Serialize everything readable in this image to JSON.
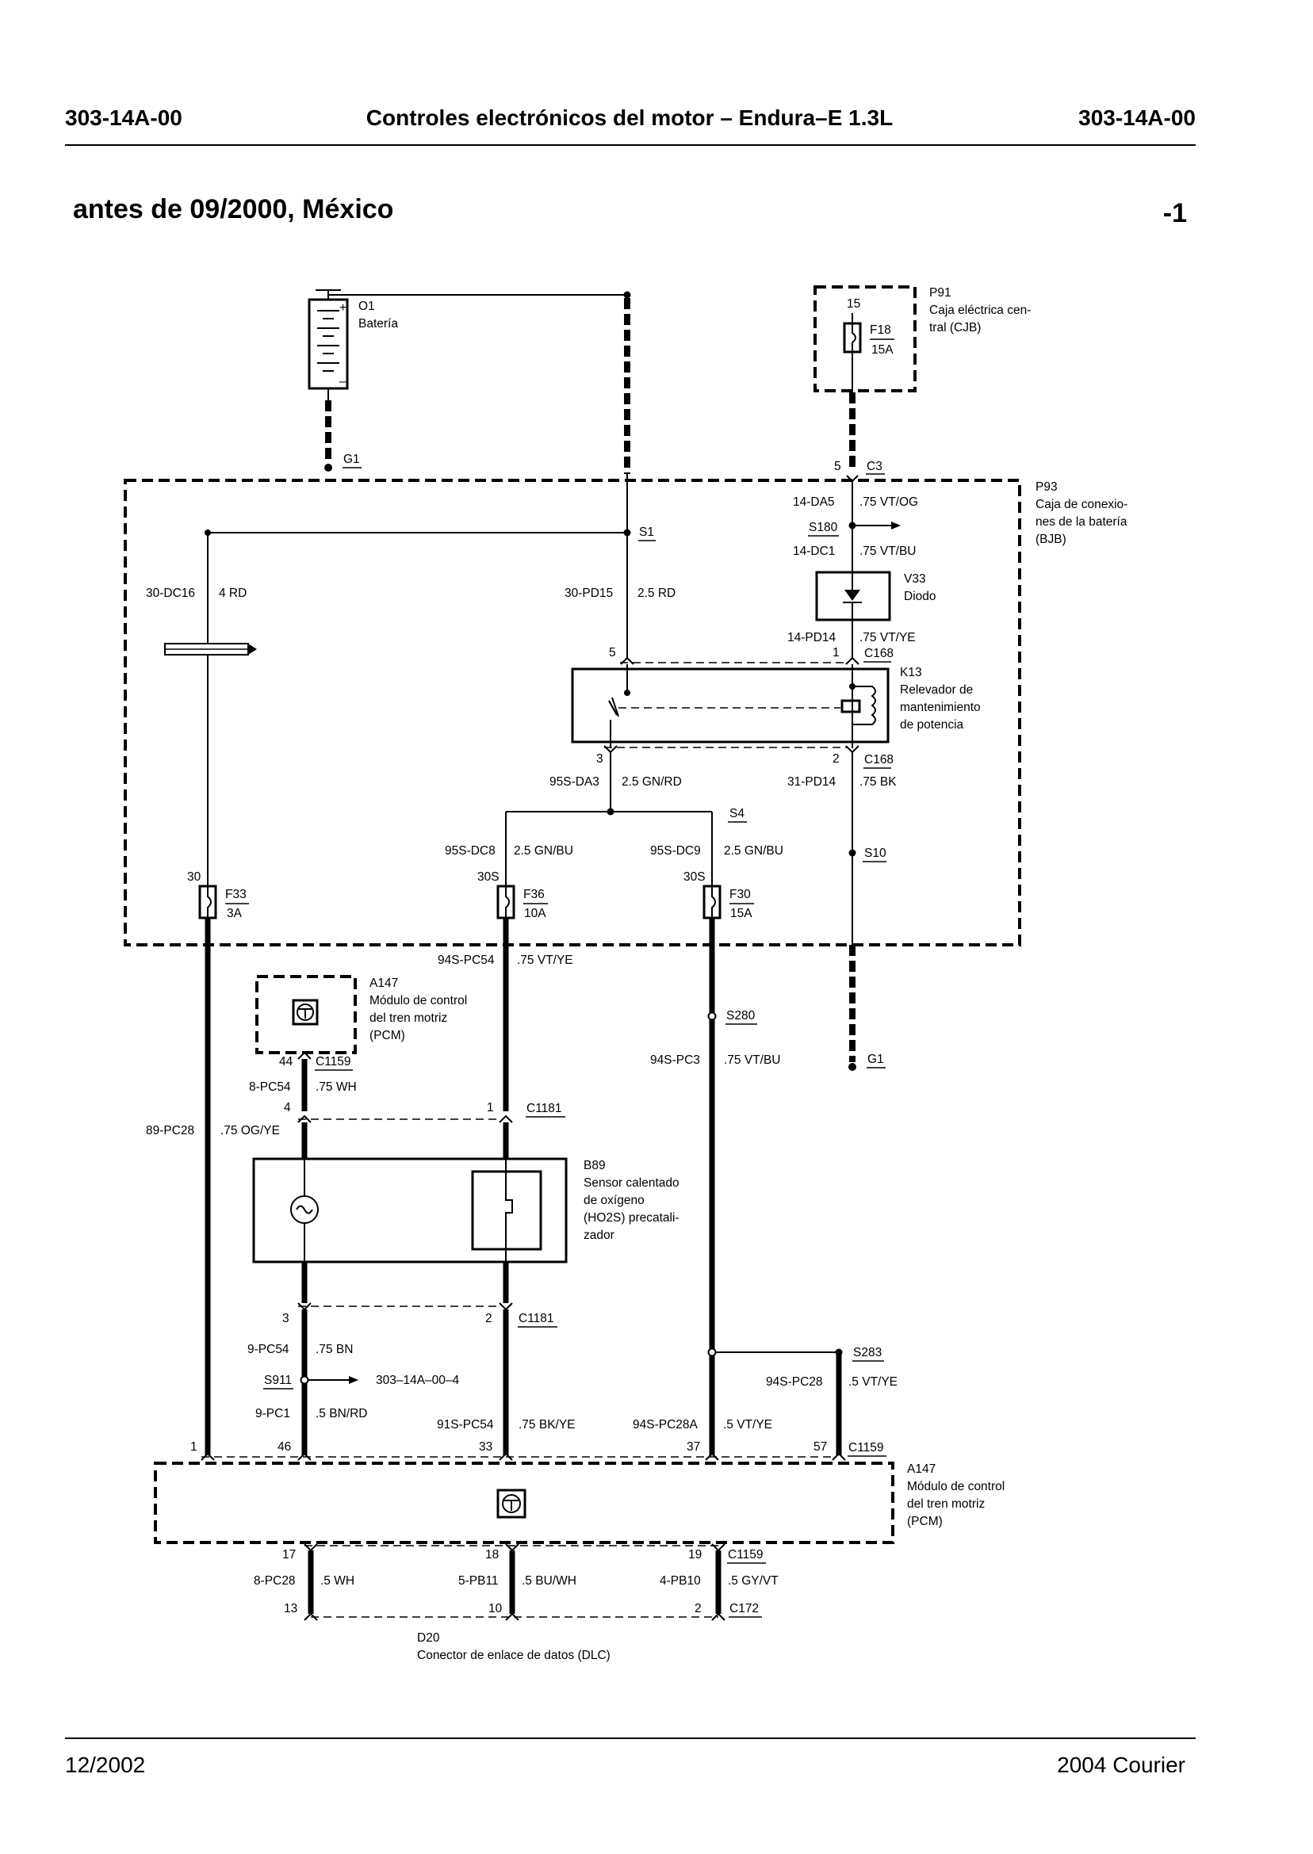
{
  "header": {
    "code_left": "303-14A-00",
    "title": "Controles electrónicos del motor – Endura–E 1.3L",
    "code_right": "303-14A-00"
  },
  "section": {
    "title": "antes de 09/2000, México",
    "page_suffix": "-1"
  },
  "footer": {
    "date": "12/2002",
    "model": "2004 Courier"
  },
  "components": {
    "battery": {
      "id": "O1",
      "name": "Batería"
    },
    "cjb": {
      "id": "P91",
      "name1": "Caja eléctrica cen-",
      "name2": "tral (CJB)",
      "pin": "15",
      "fuse_id": "F18",
      "fuse_rating": "15A"
    },
    "bjb": {
      "id": "P93",
      "name1": "Caja de conexio-",
      "name2": "nes de la batería",
      "name3": "(BJB)"
    },
    "diode": {
      "id": "V33",
      "name": "Diodo"
    },
    "relay": {
      "id": "K13",
      "name1": "Relevador de",
      "name2": "mantenimiento",
      "name3": "de potencia"
    },
    "pcm_top": {
      "id": "A147",
      "name1": "Módulo de control",
      "name2": "del tren motriz",
      "name3": "(PCM)"
    },
    "sensor": {
      "id": "B89",
      "name1": "Sensor calentado",
      "name2": "de oxígeno",
      "name3": "(HO2S) precatali-",
      "name4": "zador"
    },
    "pcm_bottom": {
      "id": "A147",
      "name1": "Módulo de control",
      "name2": "del tren motriz",
      "name3": "(PCM)"
    },
    "dlc": {
      "id": "D20",
      "name": "Conector de enlace de datos (DLC)"
    }
  },
  "fuses": {
    "f33": {
      "id": "F33",
      "rating": "3A",
      "pin": "30"
    },
    "f36": {
      "id": "F36",
      "rating": "10A",
      "pin": "30S"
    },
    "f30": {
      "id": "F30",
      "rating": "15A",
      "pin": "30S"
    }
  },
  "grounds": {
    "g1_top": "G1",
    "g1_right": "G1"
  },
  "connectors": {
    "c3": "C3",
    "c3_pin": "5",
    "c168_top": "C168",
    "c168_top_pin": "1",
    "relay_pin5": "5",
    "c168_bottom": "C168",
    "relay_pin3": "3",
    "relay_pin2": "2",
    "c1159_top": "C1159",
    "c1159_top_pin": "44",
    "c1181_top": "C1181",
    "sensor_pin4": "4",
    "sensor_pin1": "1",
    "c1181_bottom": "C1181",
    "sensor_pin3": "3",
    "sensor_pin2": "2",
    "c1159_mid": "C1159",
    "pcm_pin1": "1",
    "pcm_pin46": "46",
    "pcm_pin33": "33",
    "pcm_pin37": "37",
    "pcm_pin57": "57",
    "c1159_bottom": "C1159",
    "pcm_pin17": "17",
    "pcm_pin18": "18",
    "pcm_pin19": "19",
    "c172": "C172",
    "dlc_pin13": "13",
    "dlc_pin10": "10",
    "dlc_pin2": "2"
  },
  "splices": {
    "s1": "S1",
    "s180": "S180",
    "s4": "S4",
    "s10": "S10",
    "s280": "S280",
    "s283": "S283",
    "s911": "S911",
    "s911_ref": "303–14A–00–4"
  },
  "circuits": {
    "dc16": {
      "code": "30-DC16",
      "spec": "4 RD"
    },
    "pd15": {
      "code": "30-PD15",
      "spec": "2.5 RD"
    },
    "da5": {
      "code": "14-DA5",
      "spec": ".75 VT/OG"
    },
    "dc1": {
      "code": "14-DC1",
      "spec": ".75 VT/BU"
    },
    "pd14_top": {
      "code": "14-PD14",
      "spec": ".75 VT/YE"
    },
    "da3": {
      "code": "95S-DA3",
      "spec": "2.5 GN/RD"
    },
    "pd14_bottom": {
      "code": "31-PD14",
      "spec": ".75 BK"
    },
    "dc8": {
      "code": "95S-DC8",
      "spec": "2.5 GN/BU"
    },
    "dc9": {
      "code": "95S-DC9",
      "spec": "2.5 GN/BU"
    },
    "pc54_94": {
      "code": "94S-PC54",
      "spec": ".75 VT/YE"
    },
    "pc3": {
      "code": "94S-PC3",
      "spec": ".75 VT/BU"
    },
    "pc54_8": {
      "code": "8-PC54",
      "spec": ".75 WH"
    },
    "pc28_89": {
      "code": "89-PC28",
      "spec": ".75 OG/YE"
    },
    "pc54_9": {
      "code": "9-PC54",
      "spec": ".75 BN"
    },
    "pc28_94": {
      "code": "94S-PC28",
      "spec": ".5 VT/YE"
    },
    "pc1": {
      "code": "9-PC1",
      "spec": ".5 BN/RD"
    },
    "pc54_91": {
      "code": "91S-PC54",
      "spec": ".75 BK/YE"
    },
    "pc28a": {
      "code": "94S-PC28A",
      "spec": ".5 VT/YE"
    },
    "pc28_8": {
      "code": "8-PC28",
      "spec": ".5 WH"
    },
    "pb11": {
      "code": "5-PB11",
      "spec": ".5 BU/WH"
    },
    "pb10": {
      "code": "4-PB10",
      "spec": ".5 GY/VT"
    }
  }
}
